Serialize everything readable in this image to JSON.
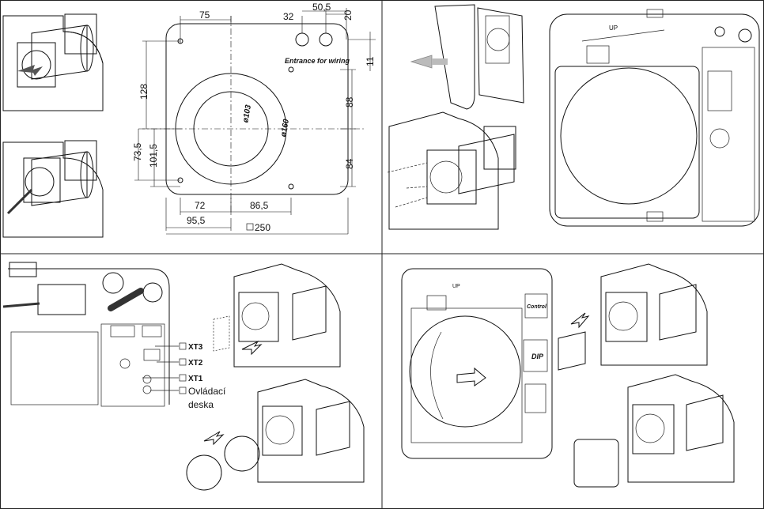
{
  "panel1": {
    "dims": {
      "d75": "75",
      "d32": "32",
      "d50_5": "50,5",
      "d20": "20",
      "d11": "11",
      "d128": "128",
      "d88": "88",
      "d73_5": "73,5",
      "d101_5": "101,5",
      "d84": "84",
      "d72": "72",
      "d86_5": "86,5",
      "d95_5": "95,5",
      "d250": "250",
      "dia103": "ø103",
      "dia160": "ø160"
    },
    "entrance_label": "Entrance for wiring"
  },
  "panel2": {
    "up_label": "UP"
  },
  "panel3": {
    "xt3": "XT3",
    "xt2": "XT2",
    "xt1": "XT1",
    "board_label_1": "Ovládací",
    "board_label_2": "deska"
  },
  "panel4": {
    "up_label": "UP",
    "control_label": "Control",
    "dip_label": "DIP"
  }
}
